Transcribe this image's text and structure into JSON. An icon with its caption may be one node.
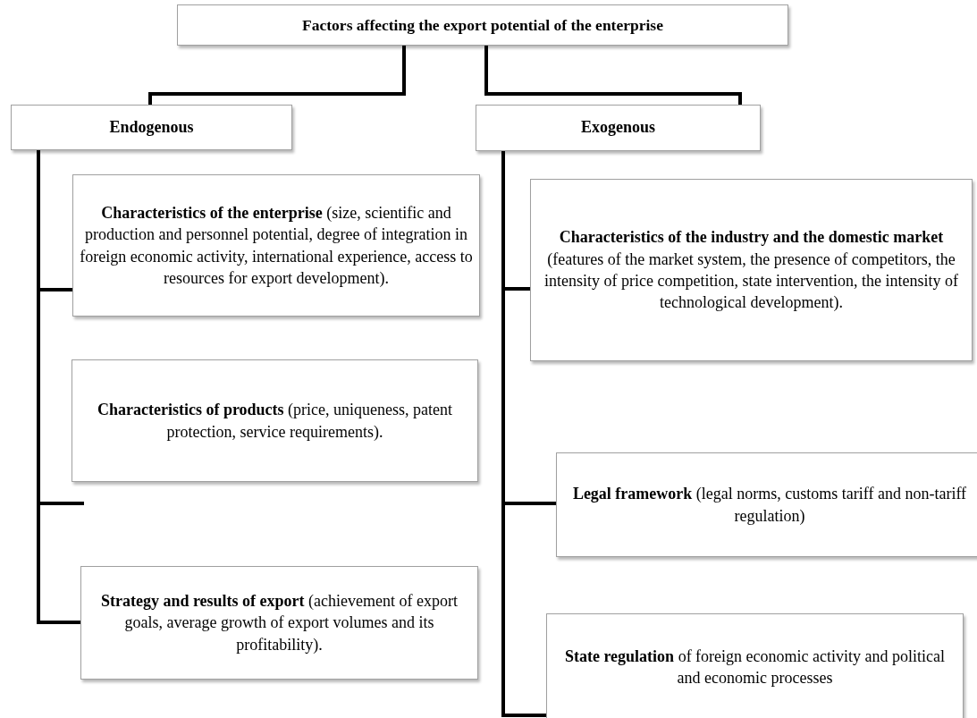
{
  "diagram": {
    "nodes": [
      {
        "text": [
          "Factors affecting the export potential of the enterprise"
        ]
      },
      {
        "text": [
          "Endogenous"
        ]
      },
      {
        "text": [
          "Exogenous"
        ]
      },
      {
        "text": [
          "**Characteristics of the enterprise** (size, scientific and production and personnel potential, degree of integration in foreign economic activity, international experience, access to resources for export development)."
        ]
      },
      {
        "text": [
          "**Characteristics of products** (price, uniqueness, patent protection, service requirements)."
        ]
      },
      {
        "text": [
          "**Strategy and results of export** (achievement of export goals, average growth of export volumes and its profitability)."
        ]
      },
      {
        "text": [
          "**Characteristics of the industry and the domestic market** (features of the market system, the presence of competitors, the intensity of price competition, state intervention, the intensity of technological development)."
        ]
      },
      {
        "text": [
          "**Legal framework** (legal norms, customs tariff and non-tariff regulation)"
        ]
      },
      {
        "text": [
          "**State regulation** of foreign economic activity and political and economic processes"
        ]
      }
    ],
    "edges": [
      {
        "from": 0,
        "to": 1,
        "arrow": "none"
      },
      {
        "from": 0,
        "to": 2,
        "arrow": "none"
      },
      {
        "from": 1,
        "to": 3,
        "arrow": "none"
      },
      {
        "from": 1,
        "to": null,
        "arrow": "none"
      },
      {
        "from": 1,
        "to": 5,
        "arrow": "none"
      },
      {
        "from": 2,
        "to": 6,
        "arrow": "none"
      },
      {
        "from": 2,
        "to": 7,
        "arrow": "none"
      },
      {
        "from": 2,
        "to": 8,
        "arrow": "none"
      }
    ]
  }
}
